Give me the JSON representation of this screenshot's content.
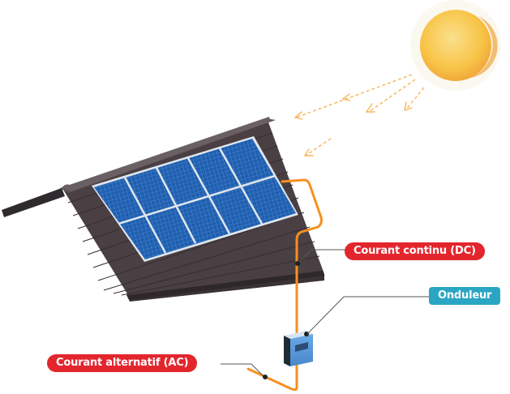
{
  "labels": {
    "dc": "Courant continu (DC)",
    "inverter": "Onduleur",
    "ac": "Courant alternatif (AC)"
  },
  "colors": {
    "label_red": "#e3262d",
    "label_teal": "#2aa6c4",
    "cable_orange": "#f6901e",
    "sun": "#f8c446",
    "sun_rays": "#f7b55a",
    "panel_blue": "#1f5fb0",
    "roof_tile": "#4a4044",
    "inverter_blue": "#5b9bd9",
    "leader_line": "#555555"
  },
  "panels": {
    "rows": 2,
    "columns": 5
  },
  "icons": [
    "sun-icon",
    "solar-panel-icon",
    "roof-icon",
    "inverter-icon"
  ]
}
